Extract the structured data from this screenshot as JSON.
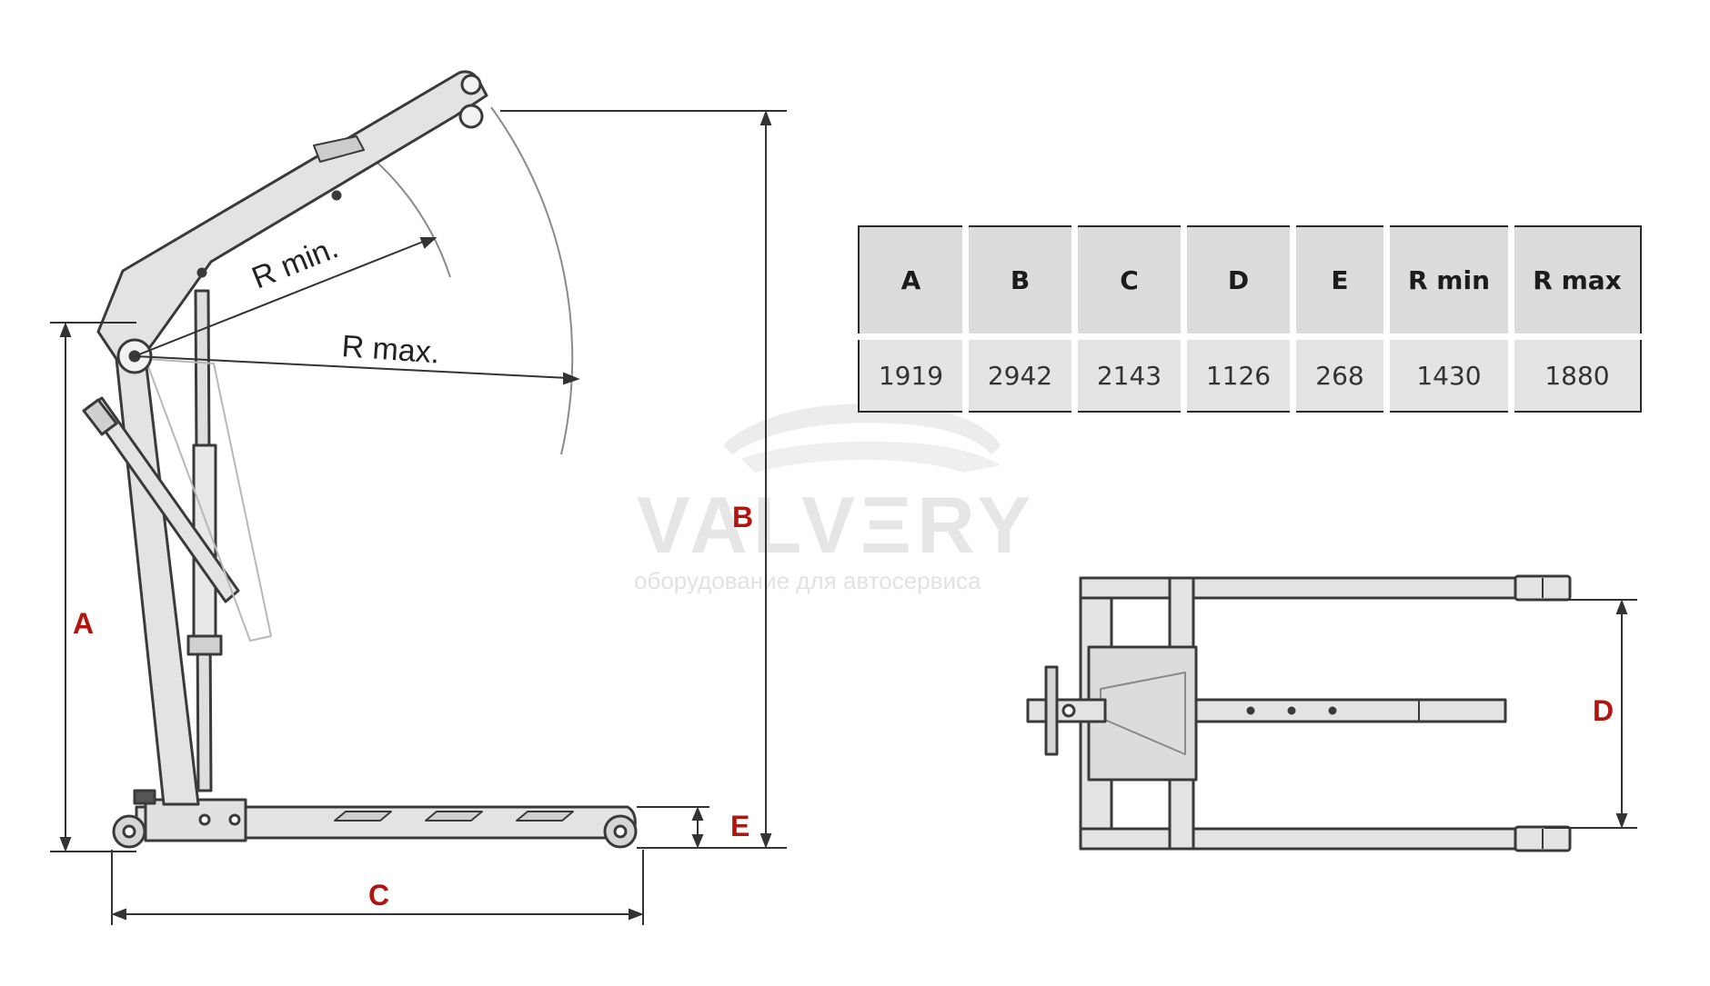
{
  "dimensions": {
    "a": "A",
    "b": "B",
    "c": "C",
    "d": "D",
    "e": "E",
    "r_min": "R min.",
    "r_max": "R max."
  },
  "table": {
    "headers": [
      "A",
      "B",
      "C",
      "D",
      "E",
      "R min",
      "R max"
    ],
    "values": [
      "1919",
      "2942",
      "2143",
      "1126",
      "268",
      "1430",
      "1880"
    ]
  },
  "watermark": {
    "brand": "VALVΞRY",
    "tagline": "оборудование для автосервиса"
  },
  "colors": {
    "dimension_letters": "#b3140f",
    "frame_fill": "#e3e3e3",
    "outline": "#3a3a3a"
  }
}
